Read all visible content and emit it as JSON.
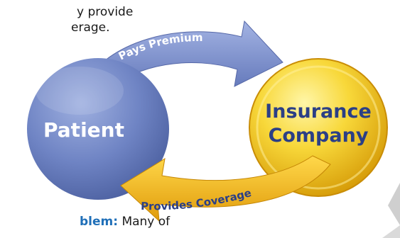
{
  "snippet_top": {
    "line1": "y provide",
    "line2": "erage."
  },
  "snippet_bottom": {
    "bold": "blem:",
    "rest": " Many of"
  },
  "diagram": {
    "left_node": {
      "label": "Patient",
      "color": "#6f84c4"
    },
    "right_node": {
      "line1": "Insurance",
      "line2": "Company",
      "color": "#f3c21a"
    },
    "top_arrow": {
      "label": "Pays Premium",
      "color": "#7b8fcd"
    },
    "bottom_arrow": {
      "label": "Provides Coverage",
      "color": "#f1b417"
    },
    "label_color_dark": "#2b3f86"
  }
}
